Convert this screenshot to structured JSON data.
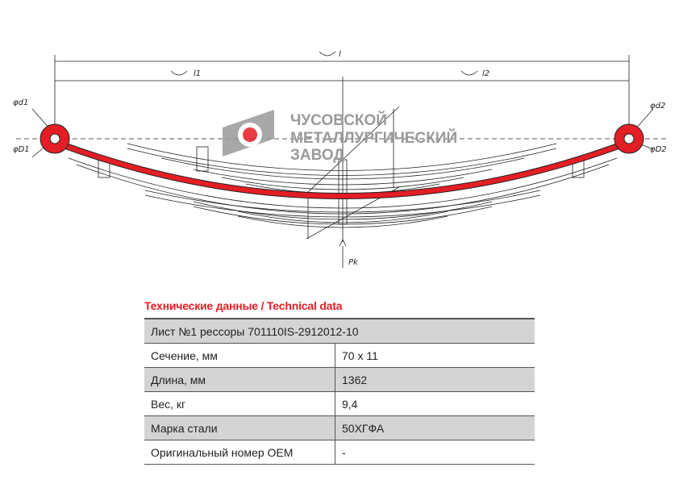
{
  "drawing": {
    "dim_l": "l",
    "dim_l1": "l1",
    "dim_l2": "l2",
    "d1": "φd1",
    "D1": "φD1",
    "d2": "φd2",
    "D2": "φD2",
    "load": "Pk",
    "accent_color": "#e31e24"
  },
  "watermark": {
    "line1": "ЧУСОВСКОЙ",
    "line2": "МЕТАЛЛУРГИЧЕСКИЙ",
    "line3": "ЗАВОД"
  },
  "table": {
    "title": "Технические данные / Technical data",
    "header": "Лист №1 рессоры 701110IS-2912012-10",
    "rows": [
      {
        "label": "Сечение, мм",
        "value": "70 x 11"
      },
      {
        "label": "Длина, мм",
        "value": "1362"
      },
      {
        "label": "Вес, кг",
        "value": "9,4"
      },
      {
        "label": "Марка стали",
        "value": "50ХГФА"
      },
      {
        "label": "Оригинальный номер OEM",
        "value": "-"
      }
    ]
  }
}
